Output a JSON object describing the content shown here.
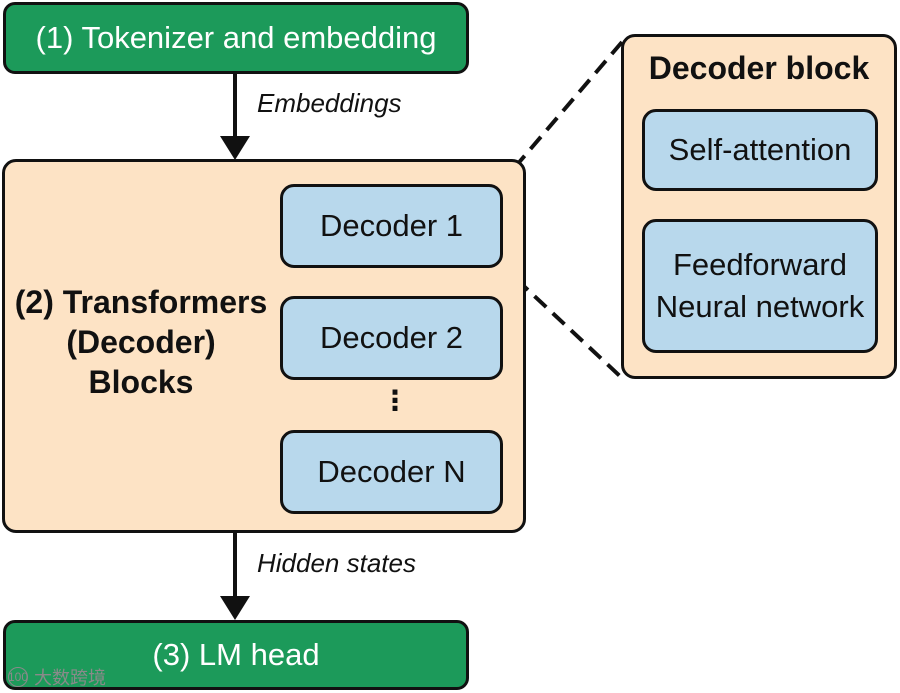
{
  "boxes": {
    "tokenizer": "(1) Tokenizer and embedding",
    "lm_head": "(3) LM head"
  },
  "flow_labels": {
    "embeddings": "Embeddings",
    "hidden_states": "Hidden states"
  },
  "transformer_stack": {
    "title": "(2) Transformers\n(Decoder)\nBlocks",
    "decoders": [
      "Decoder 1",
      "Decoder 2",
      "Decoder N"
    ],
    "ellipsis": "⋮"
  },
  "decoder_block": {
    "title": "Decoder block",
    "components": [
      "Self-attention",
      "Feedforward\nNeural network"
    ]
  },
  "watermark": {
    "text": "大数跨境",
    "mark": "100"
  },
  "colors": {
    "green": "#1c9a5a",
    "peach": "#fde3c5",
    "blue": "#b8d8ec",
    "outline": "#111111"
  }
}
